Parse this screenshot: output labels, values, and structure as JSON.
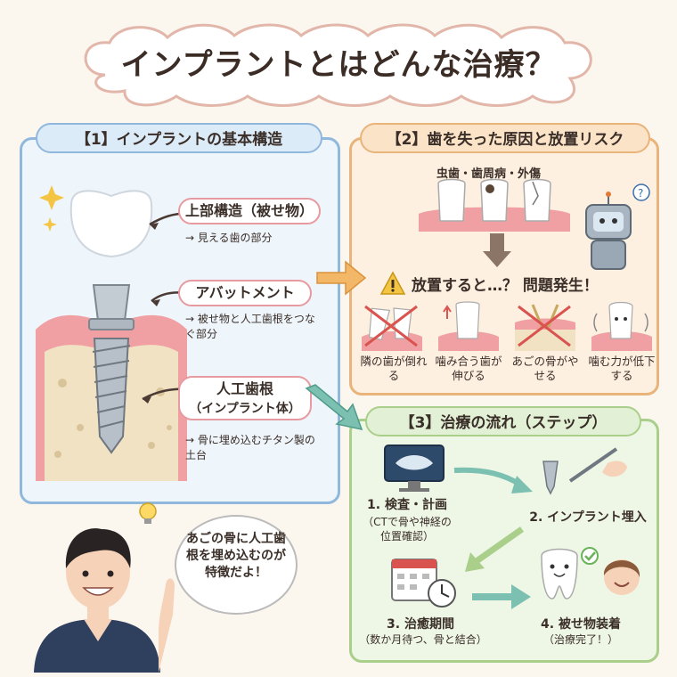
{
  "title": "インプラントとはどんな治療？",
  "section1": {
    "title": "【1】インプラントの基本構造",
    "parts": [
      {
        "name": "上部構造（被せ物）",
        "desc": "→ 見える歯の部分"
      },
      {
        "name": "アバットメント",
        "desc": "→ 被せ物と人工歯根をつなぐ部分"
      },
      {
        "name": "人工歯根",
        "name2": "（インプラント体）",
        "desc": "→ 骨に埋め込むチタン製の土台"
      }
    ],
    "bubble": "あごの骨に人工歯根を埋め込むのが特徴だよ！"
  },
  "section2": {
    "title": "【2】歯を失った原因と放置リスク",
    "causes": "虫歯・歯周病・外傷",
    "warning": "放置すると…？ 問題発生！",
    "risks": [
      "隣の歯が倒れる",
      "噛み合う歯が伸びる",
      "あごの骨がやせる",
      "噛む力が低下する"
    ]
  },
  "section3": {
    "title": "【3】治療の流れ（ステップ）",
    "steps": [
      {
        "label": "1. 検査・計画",
        "sub": "（CTで骨や神経の位置確認）"
      },
      {
        "label": "2. インプラント埋入",
        "sub": ""
      },
      {
        "label": "3. 治癒期間",
        "sub": "（数か月待つ、骨と結合）"
      },
      {
        "label": "4. 被せ物装着",
        "sub": "（治療完了！）"
      }
    ]
  },
  "colors": {
    "blue": "#8fb8dc",
    "orange": "#e9b47a",
    "green": "#a9cf8b",
    "gum": "#f0a0a3",
    "bone": "#f1e2c3"
  }
}
